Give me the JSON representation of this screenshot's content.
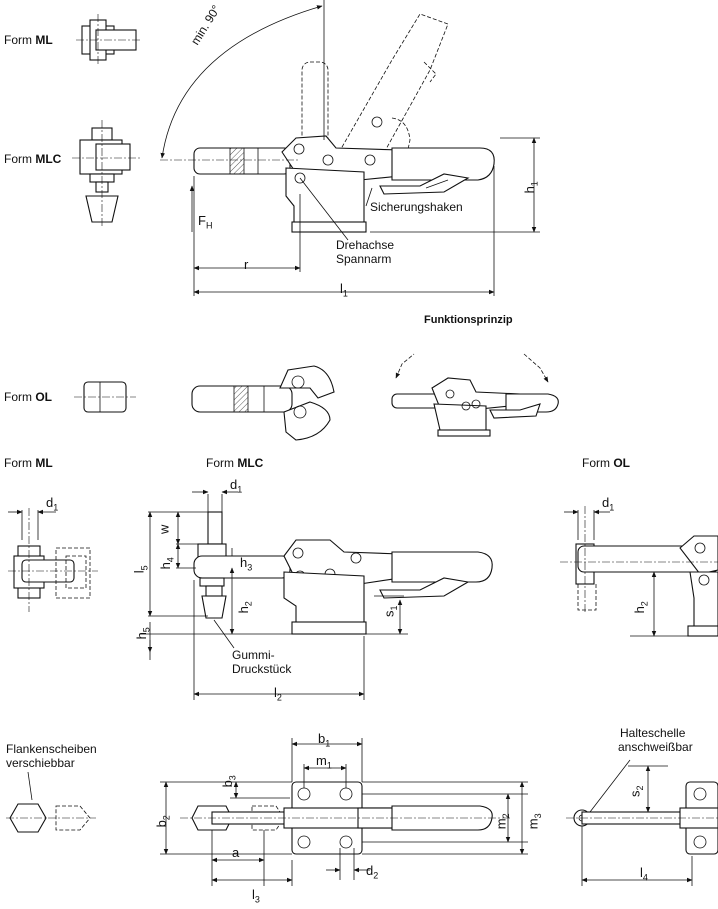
{
  "forms": {
    "ml_top": {
      "prefix": "Form",
      "code": "ML"
    },
    "mlc_top": {
      "prefix": "Form",
      "code": "MLC"
    },
    "ol_mid": {
      "prefix": "Form",
      "code": "OL"
    },
    "ml_sec": {
      "prefix": "Form",
      "code": "ML"
    },
    "mlc_sec": {
      "prefix": "Form",
      "code": "MLC"
    },
    "ol_sec": {
      "prefix": "Form",
      "code": "OL"
    }
  },
  "titles": {
    "principle": "Funktionsprinzip"
  },
  "annotations": {
    "angle": "min. 90°",
    "force_main": "F",
    "force_sub": "H",
    "safety_hook": "Sicherungshaken",
    "pivot_line1": "Drehachse",
    "pivot_line2": "Spannarm",
    "rubber_line1": "Gummi-",
    "rubber_line2": "Druckstück",
    "washers_line1": "Flankenscheiben",
    "washers_line2": "verschiebbar",
    "clamp_line1": "Halteschelle",
    "clamp_line2": "anschweißbar"
  },
  "dimensions": {
    "h1": {
      "main": "h",
      "sub": "1"
    },
    "r": {
      "main": "r",
      "sub": ""
    },
    "l1": {
      "main": "l",
      "sub": "1"
    },
    "d1_ml": {
      "main": "d",
      "sub": "1"
    },
    "d1_mlc": {
      "main": "d",
      "sub": "1"
    },
    "d1_ol": {
      "main": "d",
      "sub": "1"
    },
    "w": {
      "main": "w",
      "sub": ""
    },
    "l5": {
      "main": "l",
      "sub": "5"
    },
    "h4": {
      "main": "h",
      "sub": "4"
    },
    "h3": {
      "main": "h",
      "sub": "3"
    },
    "h2_mlc": {
      "main": "h",
      "sub": "2"
    },
    "h2_ol": {
      "main": "h",
      "sub": "2"
    },
    "h5": {
      "main": "h",
      "sub": "5"
    },
    "s1": {
      "main": "s",
      "sub": "1"
    },
    "l2": {
      "main": "l",
      "sub": "2"
    },
    "b1": {
      "main": "b",
      "sub": "1"
    },
    "m1": {
      "main": "m",
      "sub": "1"
    },
    "b3": {
      "main": "b",
      "sub": "3"
    },
    "b2": {
      "main": "b",
      "sub": "2"
    },
    "m2": {
      "main": "m",
      "sub": "2"
    },
    "m3": {
      "main": "m",
      "sub": "3"
    },
    "a": {
      "main": "a",
      "sub": ""
    },
    "d2": {
      "main": "d",
      "sub": "2"
    },
    "l3": {
      "main": "l",
      "sub": "3"
    },
    "s2": {
      "main": "s",
      "sub": "2"
    },
    "l4": {
      "main": "l",
      "sub": "4"
    }
  }
}
